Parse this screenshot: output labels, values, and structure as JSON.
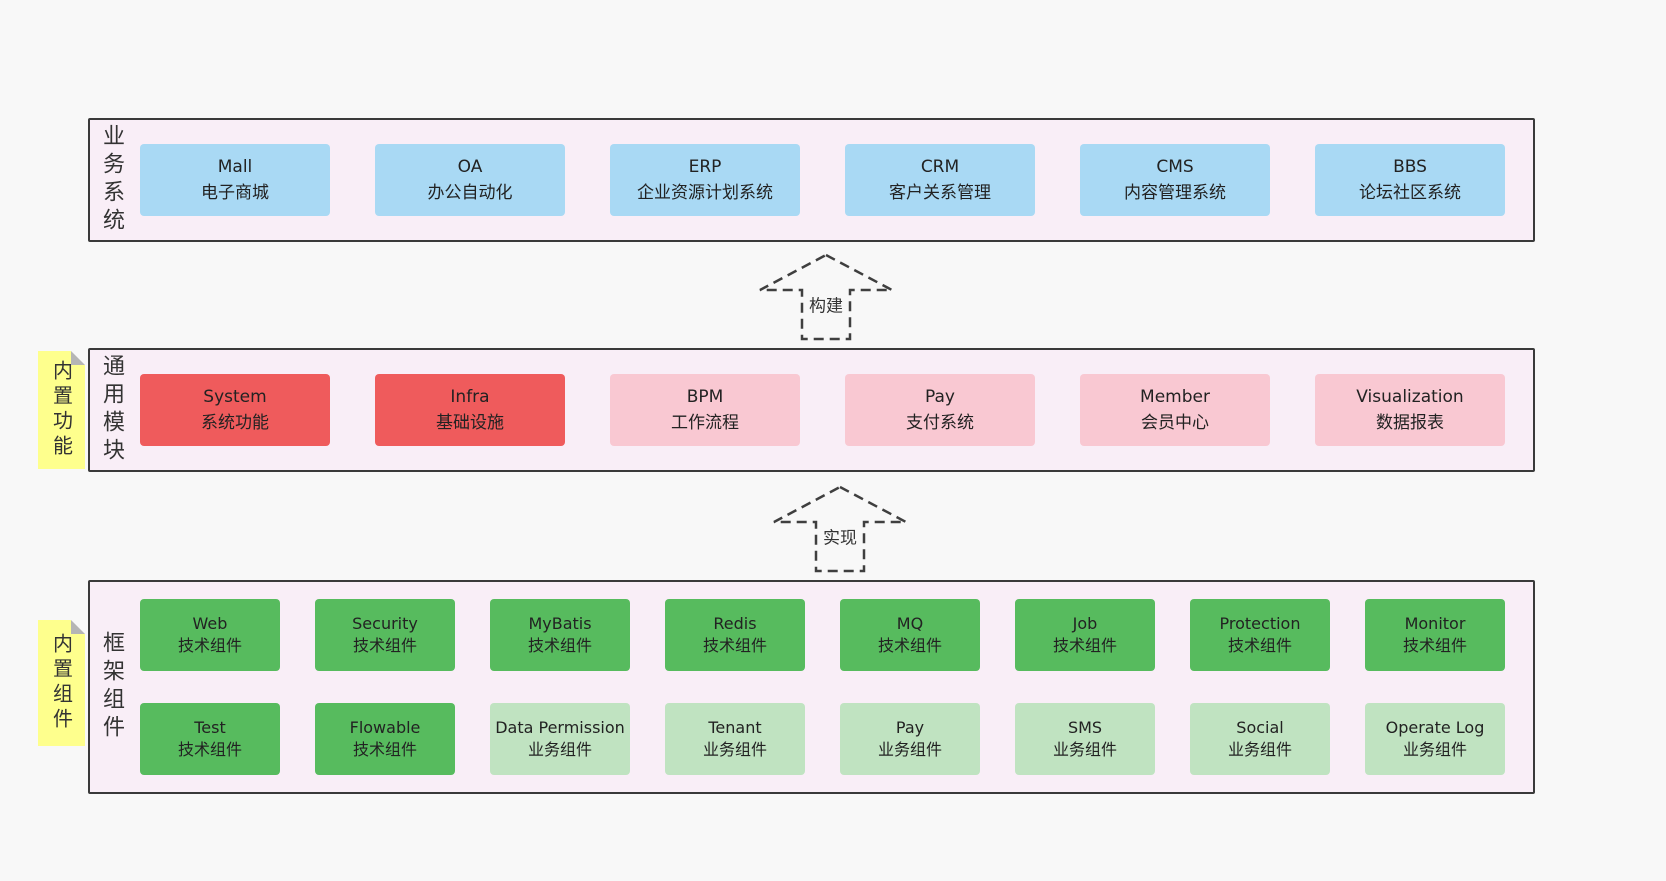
{
  "business_layer": {
    "label": "业务系统",
    "boxes": [
      {
        "title": "Mall",
        "subtitle": "电子商城"
      },
      {
        "title": "OA",
        "subtitle": "办公自动化"
      },
      {
        "title": "ERP",
        "subtitle": "企业资源计划系统"
      },
      {
        "title": "CRM",
        "subtitle": "客户关系管理"
      },
      {
        "title": "CMS",
        "subtitle": "内容管理系统"
      },
      {
        "title": "BBS",
        "subtitle": "论坛社区系统"
      }
    ]
  },
  "build_arrow": {
    "label": "构建"
  },
  "module_layer": {
    "label": "通用模块",
    "sticky": "内置功能",
    "boxes": [
      {
        "title": "System",
        "subtitle": "系统功能"
      },
      {
        "title": "Infra",
        "subtitle": "基础设施"
      },
      {
        "title": "BPM",
        "subtitle": "工作流程"
      },
      {
        "title": "Pay",
        "subtitle": "支付系统"
      },
      {
        "title": "Member",
        "subtitle": "会员中心"
      },
      {
        "title": "Visualization",
        "subtitle": "数据报表"
      }
    ]
  },
  "implement_arrow": {
    "label": "实现"
  },
  "component_layer": {
    "label": "框架组件",
    "sticky": "内置组件",
    "row1": [
      {
        "title": "Web",
        "subtitle": "技术组件"
      },
      {
        "title": "Security",
        "subtitle": "技术组件"
      },
      {
        "title": "MyBatis",
        "subtitle": "技术组件"
      },
      {
        "title": "Redis",
        "subtitle": "技术组件"
      },
      {
        "title": "MQ",
        "subtitle": "技术组件"
      },
      {
        "title": "Job",
        "subtitle": "技术组件"
      },
      {
        "title": "Protection",
        "subtitle": "技术组件"
      },
      {
        "title": "Monitor",
        "subtitle": "技术组件"
      }
    ],
    "row2": [
      {
        "title": "Test",
        "subtitle": "技术组件"
      },
      {
        "title": "Flowable",
        "subtitle": "技术组件"
      },
      {
        "title": "Data Permission",
        "subtitle": "业务组件"
      },
      {
        "title": "Tenant",
        "subtitle": "业务组件"
      },
      {
        "title": "Pay",
        "subtitle": "业务组件"
      },
      {
        "title": "SMS",
        "subtitle": "业务组件"
      },
      {
        "title": "Social",
        "subtitle": "业务组件"
      },
      {
        "title": "Operate Log",
        "subtitle": "业务组件"
      }
    ]
  },
  "colors": {
    "page_bg": "#f8f8f8",
    "layer_bg": "#f9eef7",
    "layer_border": "#3a3a3a",
    "business_box": "#a9d9f4",
    "core_module_box": "#ef5b5c",
    "optional_module_box": "#f9c8d2",
    "tech_component_box": "#57bb5e",
    "biz_component_box": "#c0e3c1",
    "sticky_bg": "#feff8d"
  }
}
